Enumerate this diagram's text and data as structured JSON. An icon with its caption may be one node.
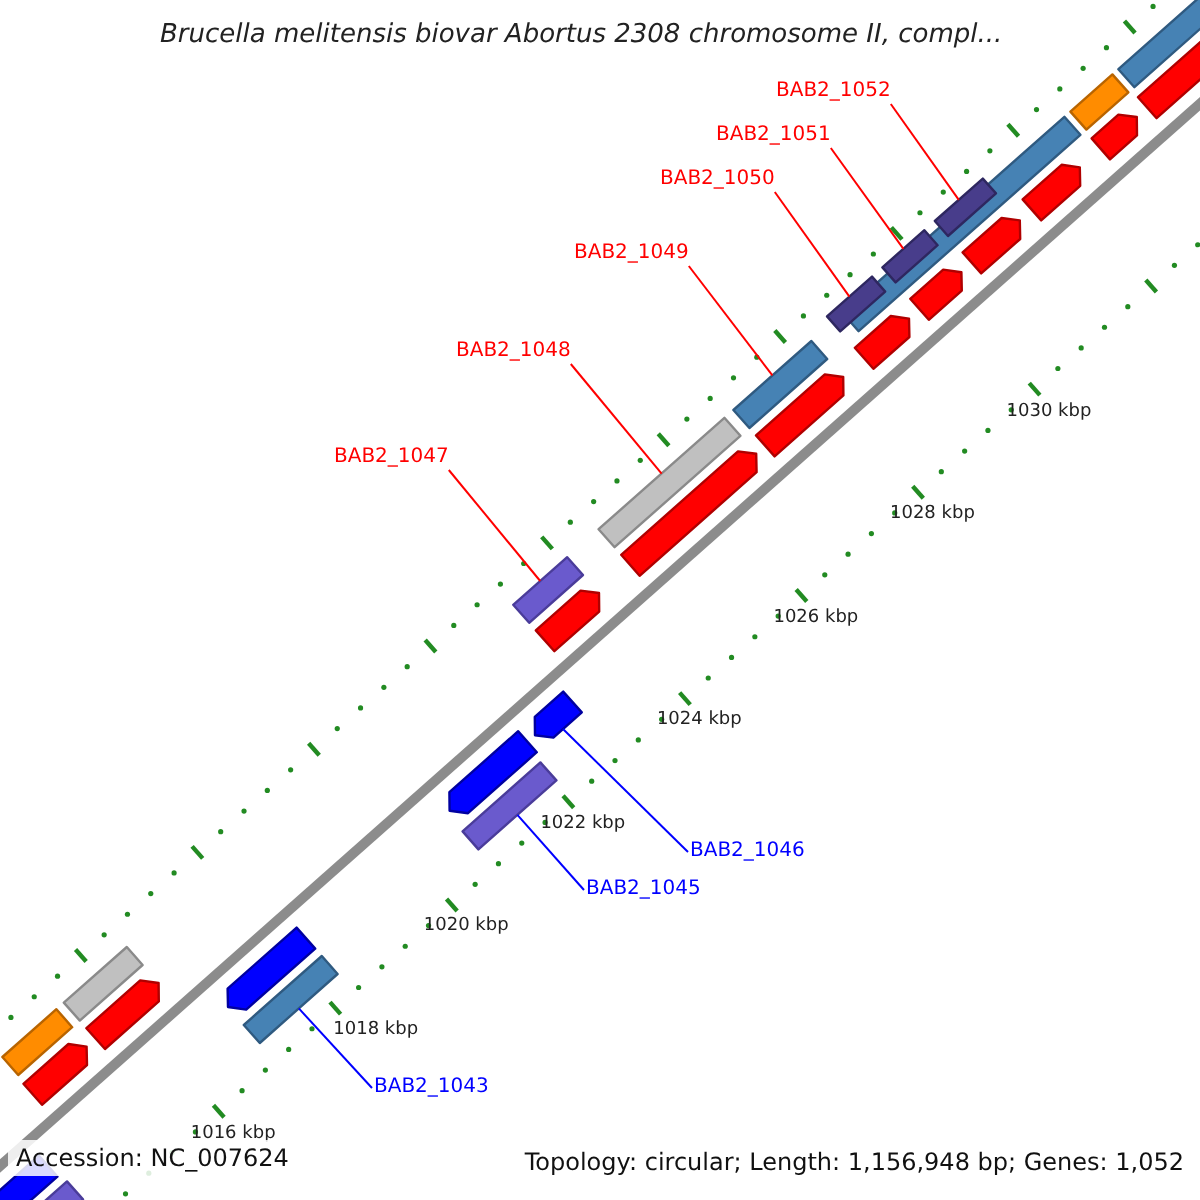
{
  "diagram": {
    "title": "Brucella melitensis biovar Abortus 2308 chromosome II, compl...",
    "nodes": [
      {
        "text": [
          "BAB2_1052"
        ]
      },
      {
        "text": [],
        "shape": "bar"
      },
      {
        "text": [
          "BAB2_1051"
        ]
      },
      {
        "text": [],
        "shape": "bar"
      },
      {
        "text": [
          "BAB2_1050"
        ]
      },
      {
        "text": [],
        "shape": "bar"
      },
      {
        "text": [
          "BAB2_1049"
        ]
      },
      {
        "text": [],
        "shape": "bar"
      },
      {
        "text": [
          "BAB2_1048"
        ]
      },
      {
        "text": [],
        "shape": "bar"
      },
      {
        "text": [
          "BAB2_1047"
        ]
      },
      {
        "text": [],
        "shape": "bar"
      },
      {
        "text": [
          "BAB2_1046"
        ]
      },
      {
        "text": [],
        "shape": "arrow"
      },
      {
        "text": [
          "BAB2_1045"
        ]
      },
      {
        "text": [],
        "shape": "bar"
      },
      {
        "text": [
          "BAB2_1043"
        ]
      },
      {
        "text": [],
        "shape": "bar"
      },
      {
        "text": [],
        "shape": "bar"
      },
      {
        "text": [],
        "shape": "bar"
      }
    ],
    "edges": [
      {
        "from": 0,
        "to": 1,
        "arrow": "none"
      },
      {
        "from": 2,
        "to": 3,
        "arrow": "none"
      },
      {
        "from": 4,
        "to": 5,
        "arrow": "none"
      },
      {
        "from": 6,
        "to": 7,
        "arrow": "none"
      },
      {
        "from": 8,
        "to": 9,
        "arrow": "none"
      },
      {
        "from": 10,
        "to": 11,
        "arrow": "none"
      },
      {
        "from": 12,
        "to": 13,
        "arrow": "none",
        "color": "#0000ff"
      },
      {
        "from": 14,
        "to": 15,
        "arrow": "none",
        "color": "#0000ff"
      },
      {
        "from": 16,
        "to": 17,
        "arrow": "none",
        "color": "#0000ff"
      }
    ],
    "labels": [
      "1030 kbp",
      "1028 kbp",
      "1026 kbp",
      "1024 kbp",
      "1022 kbp",
      "1020 kbp",
      "1018 kbp",
      "1016 kbp",
      "Accession: NC_007624",
      "Topology: circular; Length: 1,156,948 bp; Genes: 1,052"
    ]
  }
}
